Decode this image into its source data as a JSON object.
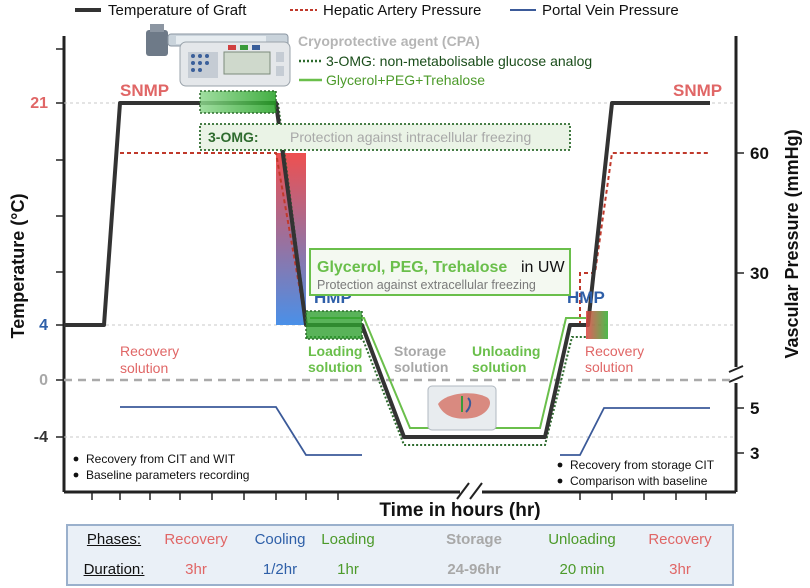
{
  "legend": {
    "graft": "Temperature of Graft",
    "hepatic": "Hepatic Artery Pressure",
    "portal": "Portal Vein Pressure"
  },
  "colors": {
    "graft": "#333333",
    "hepatic": "#c0392b",
    "portal": "#3b5a99",
    "snmp": "#e06666",
    "hmp": "#2e5fa8",
    "green_dark": "#2e6b2e",
    "green_light": "#6abf4b",
    "gray": "#a8a8a8"
  },
  "axes": {
    "y_left_label": "Temperature (°C)",
    "y_right_label": "Vascular Pressure (mmHg)",
    "x_label": "Time in hours (hr)",
    "left_ticks": [
      "21",
      "4",
      "0",
      "-4"
    ],
    "right_ticks": [
      "60",
      "30",
      "5",
      "3"
    ]
  },
  "labels": {
    "snmp_left": "SNMP",
    "snmp_right": "SNMP",
    "hmp_left": "HMP",
    "hmp_right": "HMP",
    "cpa_title": "Cryoprotective agent (CPA)",
    "omg_legend": "3-OMG: non-metabolisable glucose analog",
    "gpt_legend": "Glycerol+PEG+Trehalose",
    "omg_box_head": "3-OMG:",
    "omg_box_text": "Protection against intracellular freezing",
    "gpt_box_head": "Glycerol, PEG, Trehalose",
    "gpt_box_in": "in UW",
    "gpt_box_text": "Protection against extracellular freezing",
    "recovery_left_1": "Recovery",
    "recovery_left_2": "solution",
    "loading_1": "Loading",
    "loading_2": "solution",
    "storage_1": "Storage",
    "storage_2": "solution",
    "unloading_1": "Unloading",
    "unloading_2": "solution",
    "recovery_right_1": "Recovery",
    "recovery_right_2": "solution"
  },
  "notes": {
    "left_1": "Recovery from CIT and WIT",
    "left_2": "Baseline parameters recording",
    "right_1": "Recovery from storage CIT",
    "right_2": "Comparison with baseline"
  },
  "phases_table": {
    "phases_label": "Phases:",
    "duration_label": "Duration:",
    "phases": [
      {
        "name": "Recovery",
        "duration": "3hr",
        "color": "#e06666"
      },
      {
        "name": "Cooling",
        "duration": "1/2hr",
        "color": "#2e5fa8"
      },
      {
        "name": "Loading",
        "duration": "1hr",
        "color": "#4c9a2a"
      },
      {
        "name": "Storage",
        "duration": "24-96hr",
        "color": "#a8a8a8"
      },
      {
        "name": "Unloading",
        "duration": "20 min",
        "color": "#4c9a2a"
      },
      {
        "name": "Recovery",
        "duration": "3hr",
        "color": "#e06666"
      }
    ]
  }
}
